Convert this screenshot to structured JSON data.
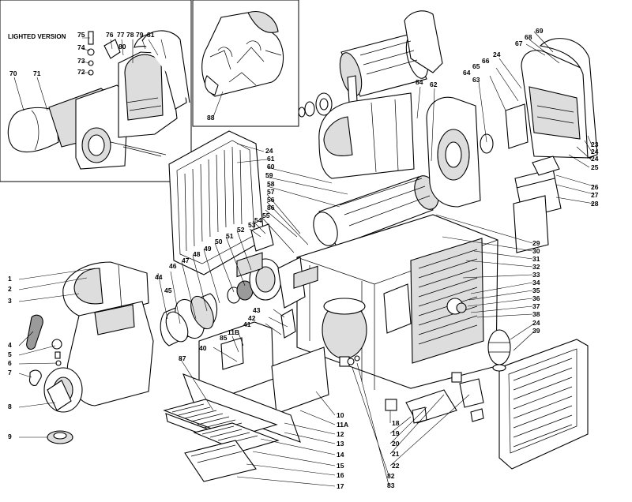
{
  "header_note": "LIGHTED VERSION",
  "callouts": {
    "c75": "75",
    "c74": "74",
    "c73": "73",
    "c72": "72",
    "c76": "76",
    "c77": "77",
    "c78": "78",
    "c79": "79",
    "c80": "80",
    "c81": "81",
    "c70": "70",
    "c71": "71",
    "c88": "88",
    "c69": "69",
    "c68": "68",
    "c67": "67",
    "c66": "66",
    "c65": "65",
    "c64": "64",
    "c63": "63",
    "c62": "62",
    "c84": "84",
    "c24a": "24",
    "c24b": "24",
    "c24c": "24",
    "c24d": "24",
    "c24e": "24",
    "c23": "23",
    "c25": "25",
    "c26": "26",
    "c27": "27",
    "c28": "28",
    "c61": "61",
    "c60": "60",
    "c59": "59",
    "c58": "58",
    "c57": "57",
    "c56": "56",
    "c86": "86",
    "c55": "55",
    "c54": "54",
    "c53": "53",
    "c52": "52",
    "c51": "51",
    "c50": "50",
    "c49": "49",
    "c48": "48",
    "c47": "47",
    "c46": "46",
    "c45": "45",
    "c44": "44",
    "c43": "43",
    "c42": "42",
    "c41": "41",
    "c11B": "11B",
    "c85": "85",
    "c40": "40",
    "c87": "87",
    "c29": "29",
    "c30": "30",
    "c31": "31",
    "c32": "32",
    "c33": "33",
    "c34": "34",
    "c35": "35",
    "c36": "36",
    "c37": "37",
    "c38": "38",
    "c39": "39",
    "c1": "1",
    "c2": "2",
    "c3": "3",
    "c4": "4",
    "c5": "5",
    "c6": "6",
    "c7": "7",
    "c8": "8",
    "c9": "9",
    "c10": "10",
    "c11A": "11A",
    "c12": "12",
    "c13": "13",
    "c14": "14",
    "c15": "15",
    "c16": "16",
    "c17": "17",
    "c18": "18",
    "c19": "19",
    "c20": "20",
    "c21": "21",
    "c22": "22",
    "c82": "82",
    "c83": "83"
  }
}
